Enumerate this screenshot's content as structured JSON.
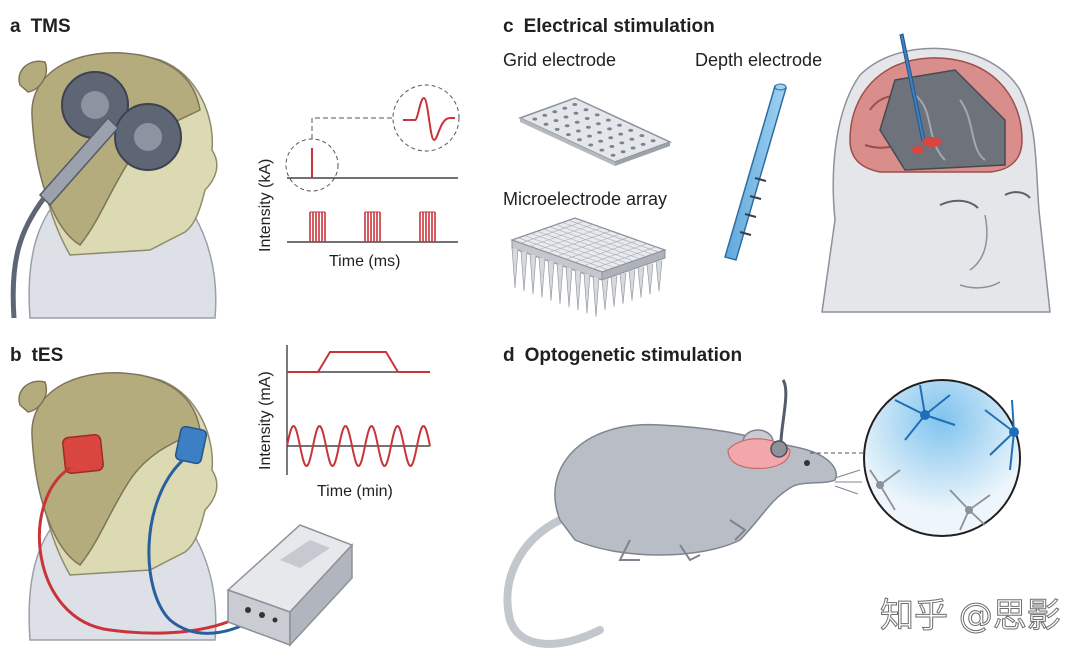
{
  "panels": {
    "a": {
      "letter": "a",
      "title": "TMS",
      "ylabel": "Intensity (kA)",
      "xlabel": "Time (ms)"
    },
    "b": {
      "letter": "b",
      "title": "tES",
      "ylabel": "Intensity (mA)",
      "xlabel": "Time (min)"
    },
    "c": {
      "letter": "c",
      "title": "Electrical stimulation",
      "grid_label": "Grid electrode",
      "depth_label": "Depth electrode",
      "micro_label": "Microelectrode array"
    },
    "d": {
      "letter": "d",
      "title": "Optogenetic stimulation"
    }
  },
  "watermark": "知乎 @思影",
  "colors": {
    "pulse": "#c8343a",
    "blue_electrode": "#3d7fc4",
    "red_electrode": "#d9453f",
    "skin": "#ddd9b0",
    "hair": "#b3ab7c",
    "coil": "#5e6675",
    "neuron_blue": "#1f6fb8"
  }
}
